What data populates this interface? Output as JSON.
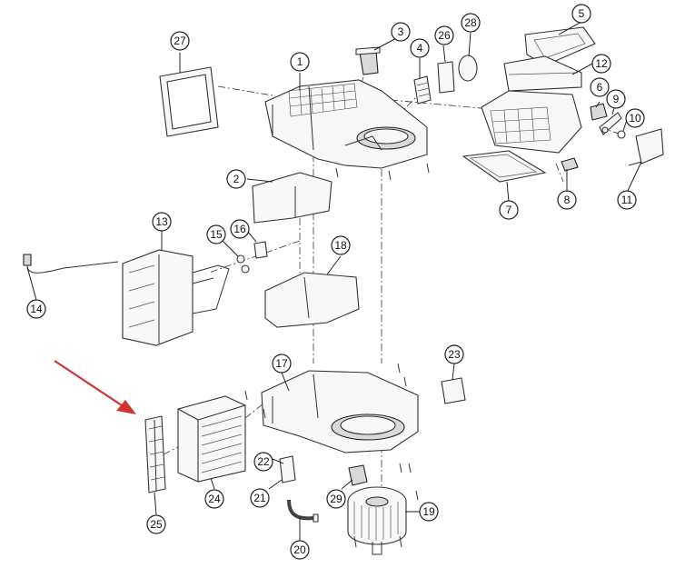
{
  "figure": {
    "type": "exploded-parts-diagram",
    "highlighted_part": "25",
    "highlight_arrow_color": "#d0342c"
  },
  "callouts": {
    "c1": "1",
    "c2": "2",
    "c3": "3",
    "c4": "4",
    "c5": "5",
    "c6": "6",
    "c7": "7",
    "c8": "8",
    "c9": "9",
    "c10": "10",
    "c11": "11",
    "c12": "12",
    "c13": "13",
    "c14": "14",
    "c15": "15",
    "c16": "16",
    "c17": "17",
    "c18": "18",
    "c19": "19",
    "c20": "20",
    "c21": "21",
    "c22": "22",
    "c23": "23",
    "c24": "24",
    "c25": "25",
    "c26": "26",
    "c27": "27",
    "c28": "28",
    "c29": "29"
  }
}
